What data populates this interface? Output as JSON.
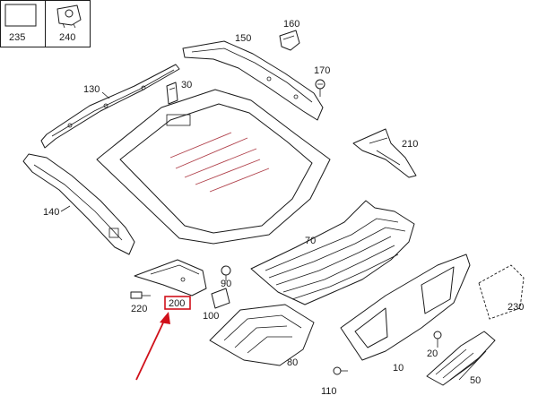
{
  "inset": {
    "boxes": [
      {
        "number": "235"
      },
      {
        "number": "240"
      }
    ]
  },
  "parts": {
    "p10": "10",
    "p20": "20",
    "p30": "30",
    "p50": "50",
    "p70": "70",
    "p80": "80",
    "p90": "90",
    "p100": "100",
    "p110": "110",
    "p130": "130",
    "p140": "140",
    "p150": "150",
    "p160": "160",
    "p170": "170",
    "p200": "200",
    "p210": "210",
    "p220": "220",
    "p230": "230"
  },
  "highlight": {
    "part": "200",
    "color": "#d0101a"
  }
}
